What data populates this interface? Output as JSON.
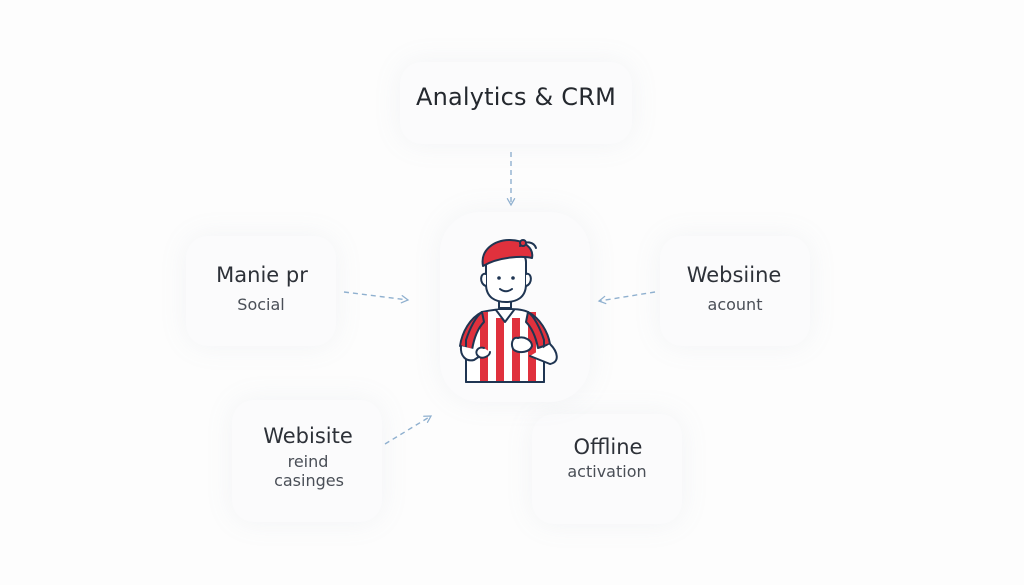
{
  "nodes": {
    "top": {
      "title": "Analytics & CRM"
    },
    "left": {
      "title": "Manie pr",
      "subtitle": "Social"
    },
    "right": {
      "title": "Websiine",
      "subtitle": "acount"
    },
    "bottom_left": {
      "title": "Webisite",
      "line1": "reind",
      "line2": "casinges"
    },
    "bottom_right": {
      "title": "Offline",
      "subtitle": "activation"
    }
  },
  "colors": {
    "arrow": "#8fb0cf",
    "cap": "#e0313d",
    "stripe_red": "#e0313d",
    "outline": "#1f3552",
    "skin": "#ffffff"
  },
  "icons": {
    "center": "fan-character-icon"
  }
}
